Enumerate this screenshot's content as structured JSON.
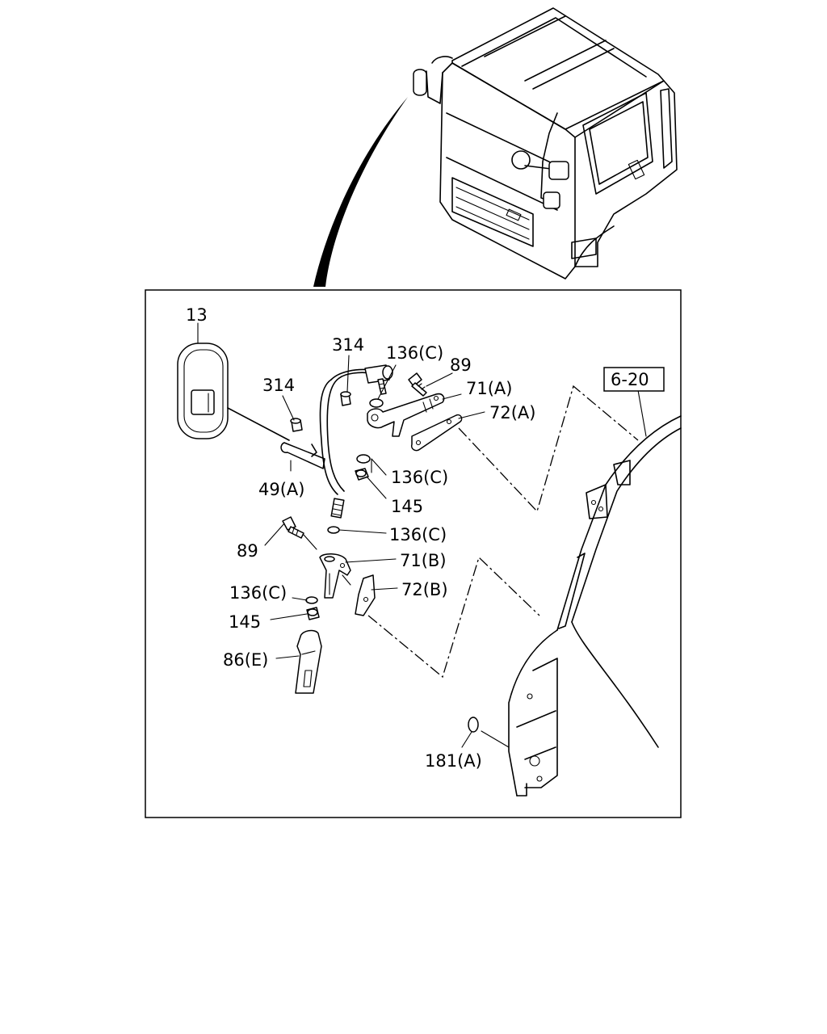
{
  "labels": {
    "mirror": "13",
    "ref_box": "6-20",
    "screw_314_a": "314",
    "screw_314_b": "314",
    "washer_136c_1": "136(C)",
    "washer_136c_2": "136(C)",
    "washer_136c_3": "136(C)",
    "washer_136c_4": "136(C)",
    "bolt_89_a": "89",
    "bolt_89_b": "89",
    "bracket_71a": "71(A)",
    "bracket_72a": "72(A)",
    "bracket_71b": "71(B)",
    "bracket_72b": "72(B)",
    "stay_49a": "49(A)",
    "nut_145_a": "145",
    "nut_145_b": "145",
    "cover_86e": "86(E)",
    "plug_181a": "181(A)"
  }
}
